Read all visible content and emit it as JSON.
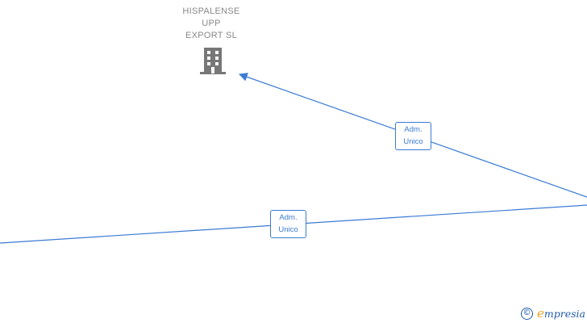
{
  "company_node": {
    "name_lines": [
      "HISPALENSE",
      "UPP",
      "EXPORT  SL"
    ],
    "icon": "building-icon"
  },
  "edges": [
    {
      "label_lines": [
        "Adm.",
        "Unico"
      ]
    },
    {
      "label_lines": [
        "Adm.",
        "Unico"
      ]
    }
  ],
  "watermark": {
    "symbol": "©",
    "brand_initial": "e",
    "brand_rest": "mpresia"
  },
  "colors": {
    "edge": "#3a7bd5",
    "node_text": "#888888",
    "icon": "#777777",
    "brand_blue": "#1f5aa8",
    "brand_orange": "#f0a020"
  }
}
